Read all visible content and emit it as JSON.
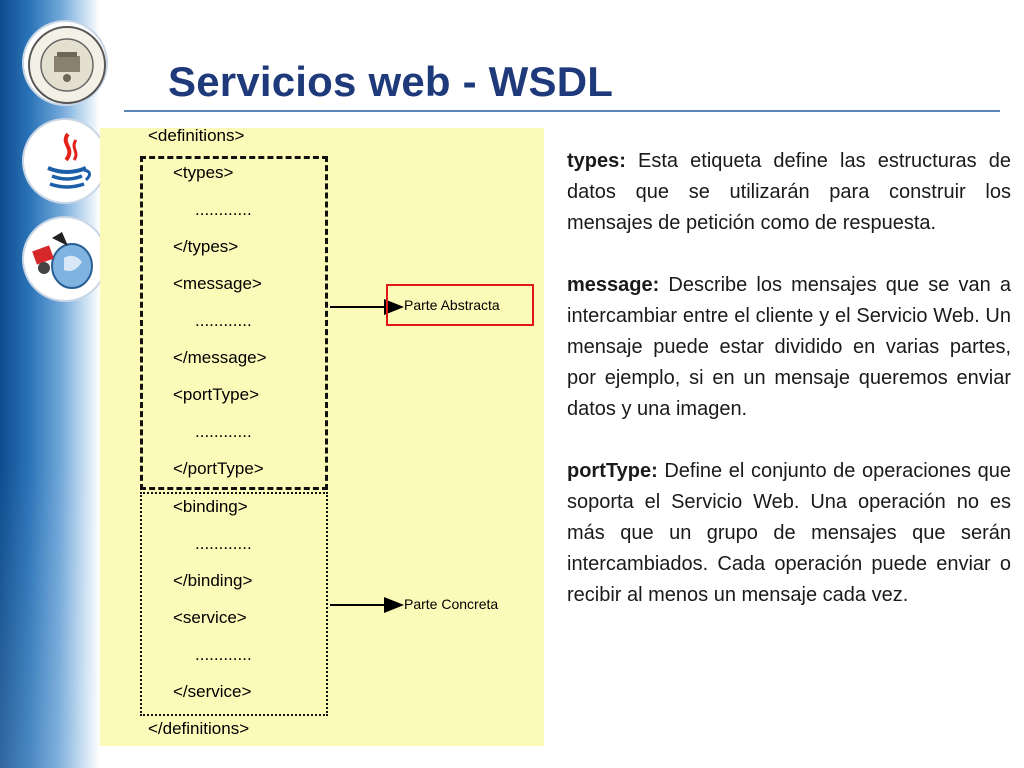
{
  "slide": {
    "title": "Servicios web - WSDL"
  },
  "sidebar": {
    "logos": [
      {
        "icon": "university-seal-icon"
      },
      {
        "icon": "java-logo-icon"
      },
      {
        "icon": "web-services-logo-icon"
      }
    ]
  },
  "diagram": {
    "lines": [
      "<definitions>",
      "<types>",
      "............",
      "</types>",
      "<message>",
      "............",
      "</message>",
      "<portType>",
      "............",
      "</portType>",
      "<binding>",
      "............",
      "</binding>",
      "<service>",
      "............",
      "</service>",
      "</definitions>"
    ],
    "abstract_label": "Parte Abstracta",
    "concrete_label": "Parte Concreta",
    "colors": {
      "panel": "#fcfab8",
      "highlight": "#e01818"
    }
  },
  "content": {
    "types": {
      "term": "types:",
      "text": " Esta etiqueta define las estructuras de datos que se utilizarán para construir los mensajes de petición como de respuesta."
    },
    "message": {
      "term": "message:",
      "text": " Describe los mensajes que se van a intercambiar entre el cliente y el Servicio Web. Un mensaje puede estar dividido en varias partes, por ejemplo, si en un mensaje queremos enviar datos y una imagen."
    },
    "porttype": {
      "term": "portType:",
      "text": " Define el conjunto de operaciones que soporta el Servicio Web. Una operación no es más que un grupo de mensajes que serán intercambiados. Cada operación puede enviar o recibir al menos un mensaje cada vez."
    }
  }
}
